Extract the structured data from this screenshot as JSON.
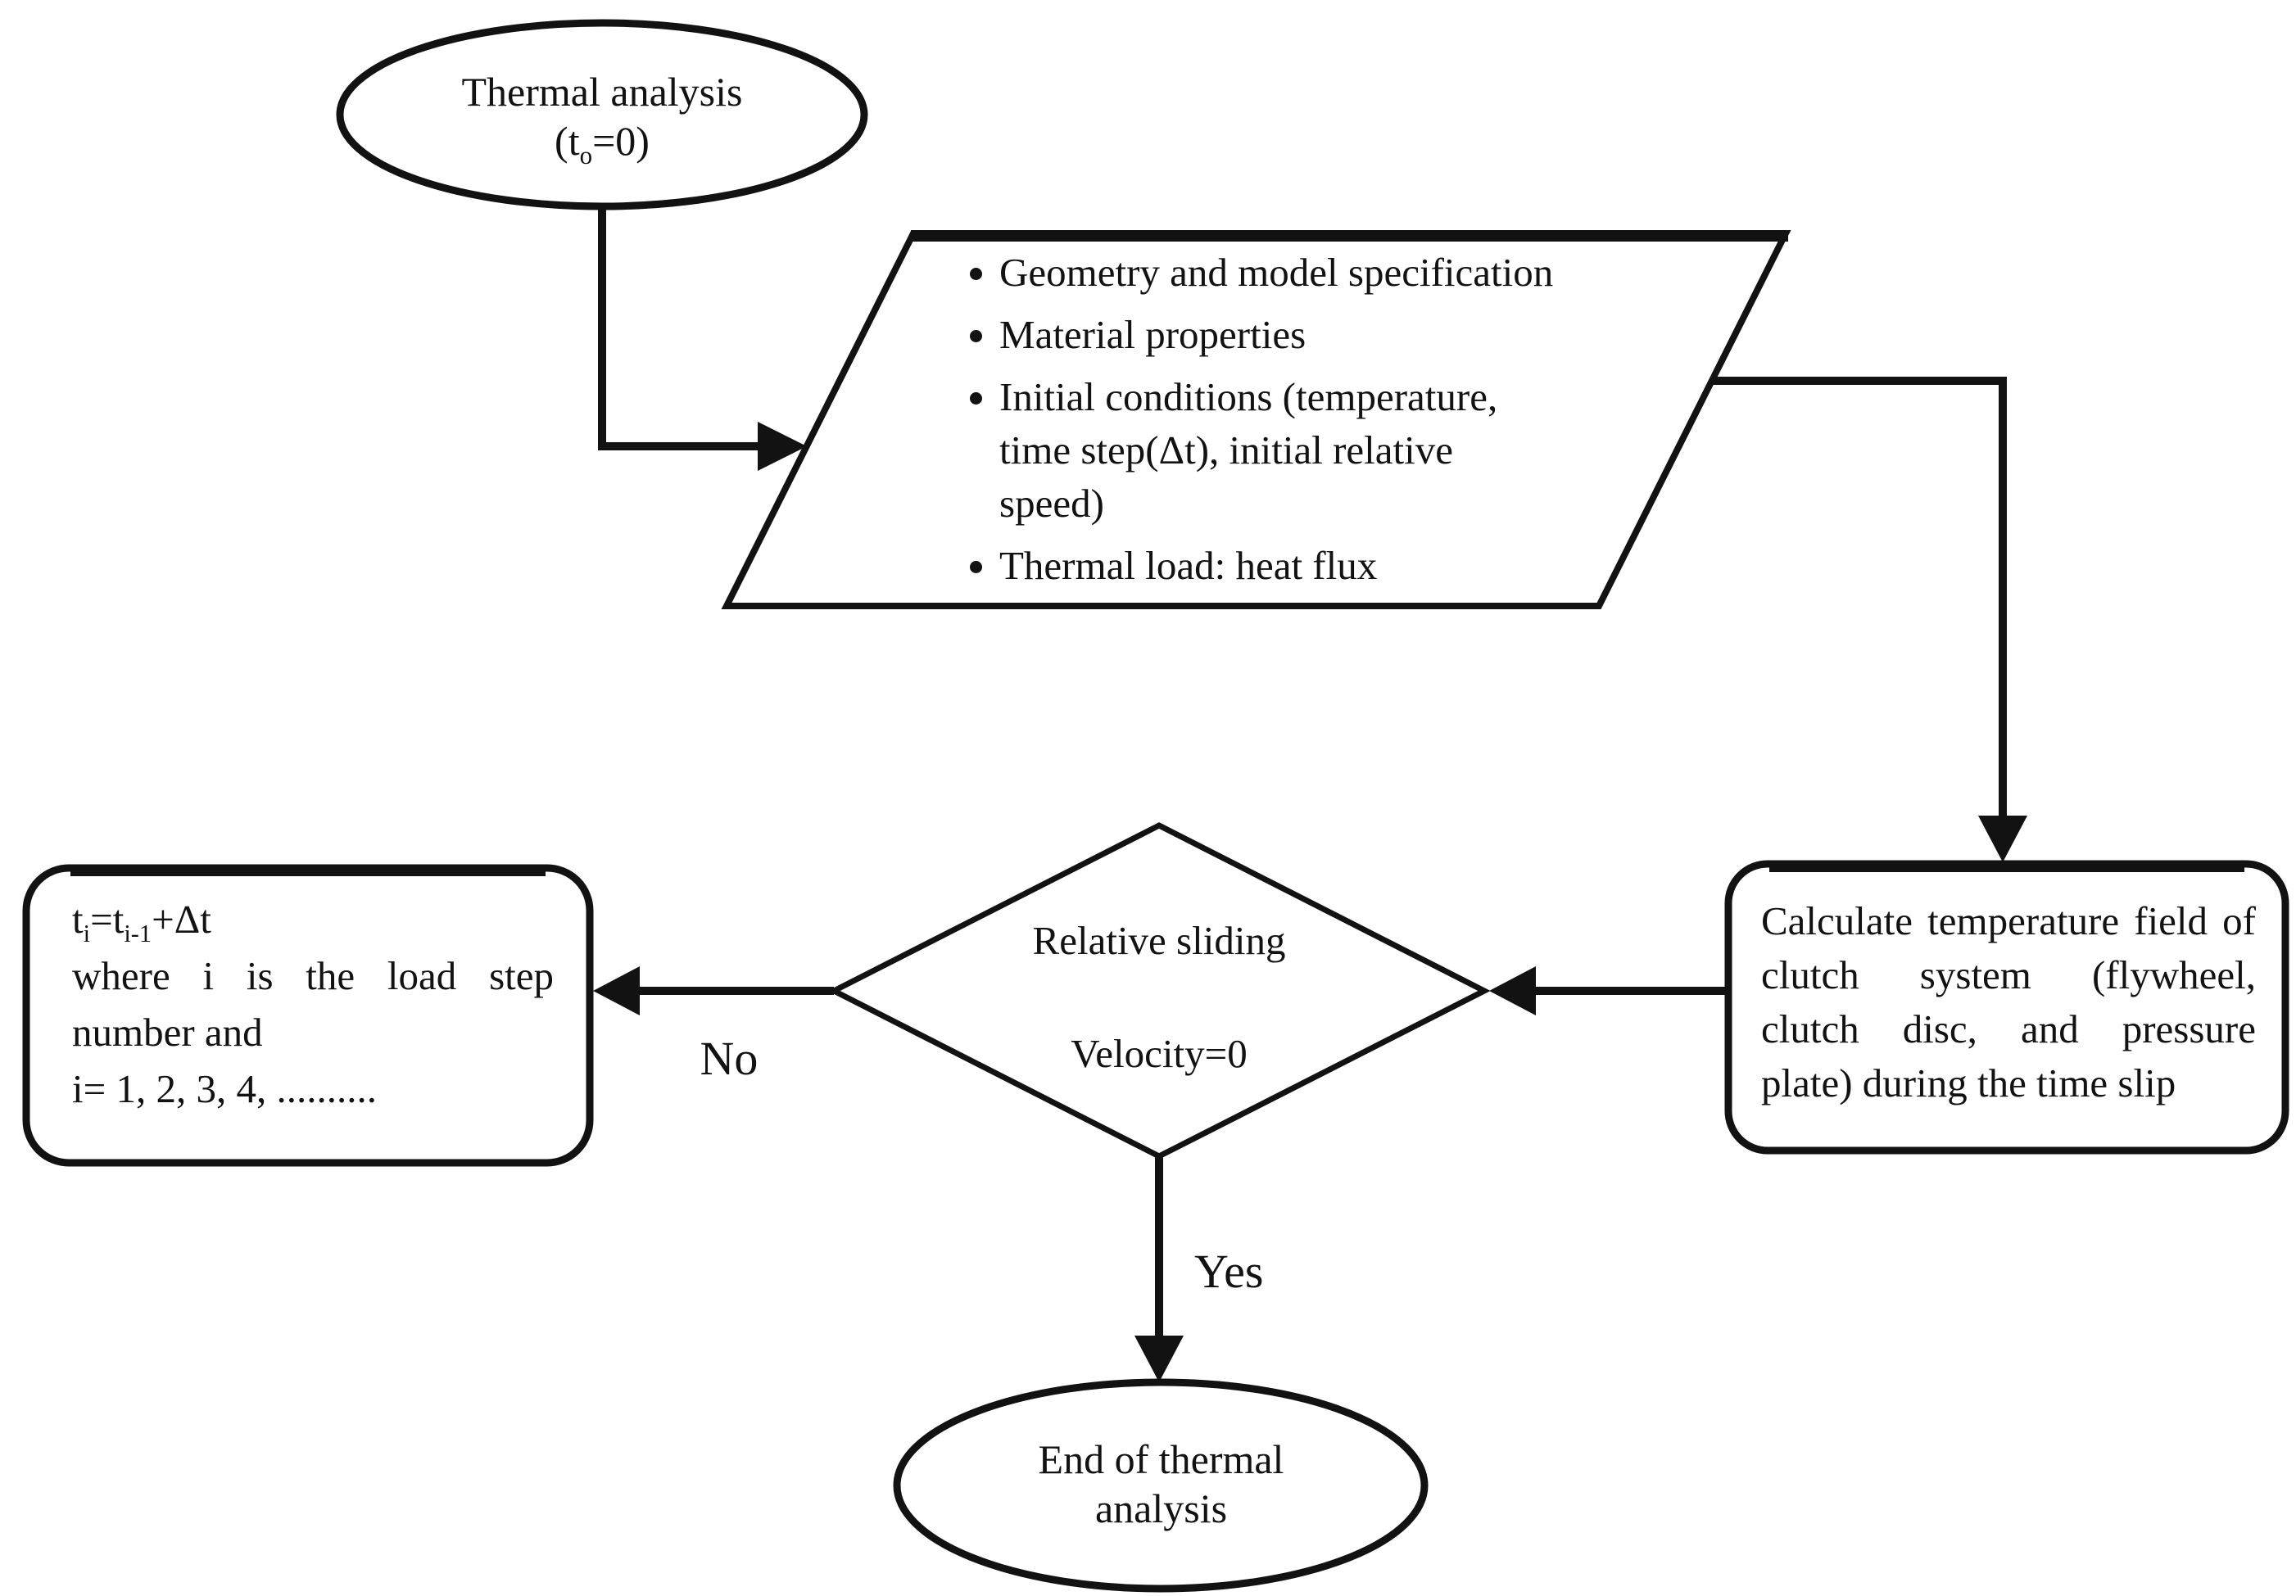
{
  "colors": {
    "ink": "#121212",
    "background": "#ffffff"
  },
  "nodes": {
    "start": {
      "line1": "Thermal analysis",
      "formula": {
        "pre": "(t",
        "sub": "o",
        "post": "=0)"
      }
    },
    "input": {
      "items": [
        "Geometry and model specification",
        "Material properties",
        " Initial conditions (temperature,\ntime step(Δt), initial relative\nspeed)",
        "Thermal load: heat flux"
      ]
    },
    "calculate": {
      "text": "Calculate temperature field of clutch system (flywheel, clutch disc, and pressure plate) during the time slip"
    },
    "decision": {
      "line1": "Relative sliding",
      "line2": "Velocity=0"
    },
    "update": {
      "formula": {
        "pre": "t",
        "sub1": "i",
        "mid": "=t",
        "sub2": "i-1",
        "post": "+Δt"
      },
      "line2": "where i is the load step number and",
      "line3": "i= 1, 2, 3, 4, .........."
    },
    "end": {
      "line1": "End of thermal",
      "line2": "analysis"
    }
  },
  "edges": {
    "no_label": "No",
    "yes_label": "Yes"
  }
}
